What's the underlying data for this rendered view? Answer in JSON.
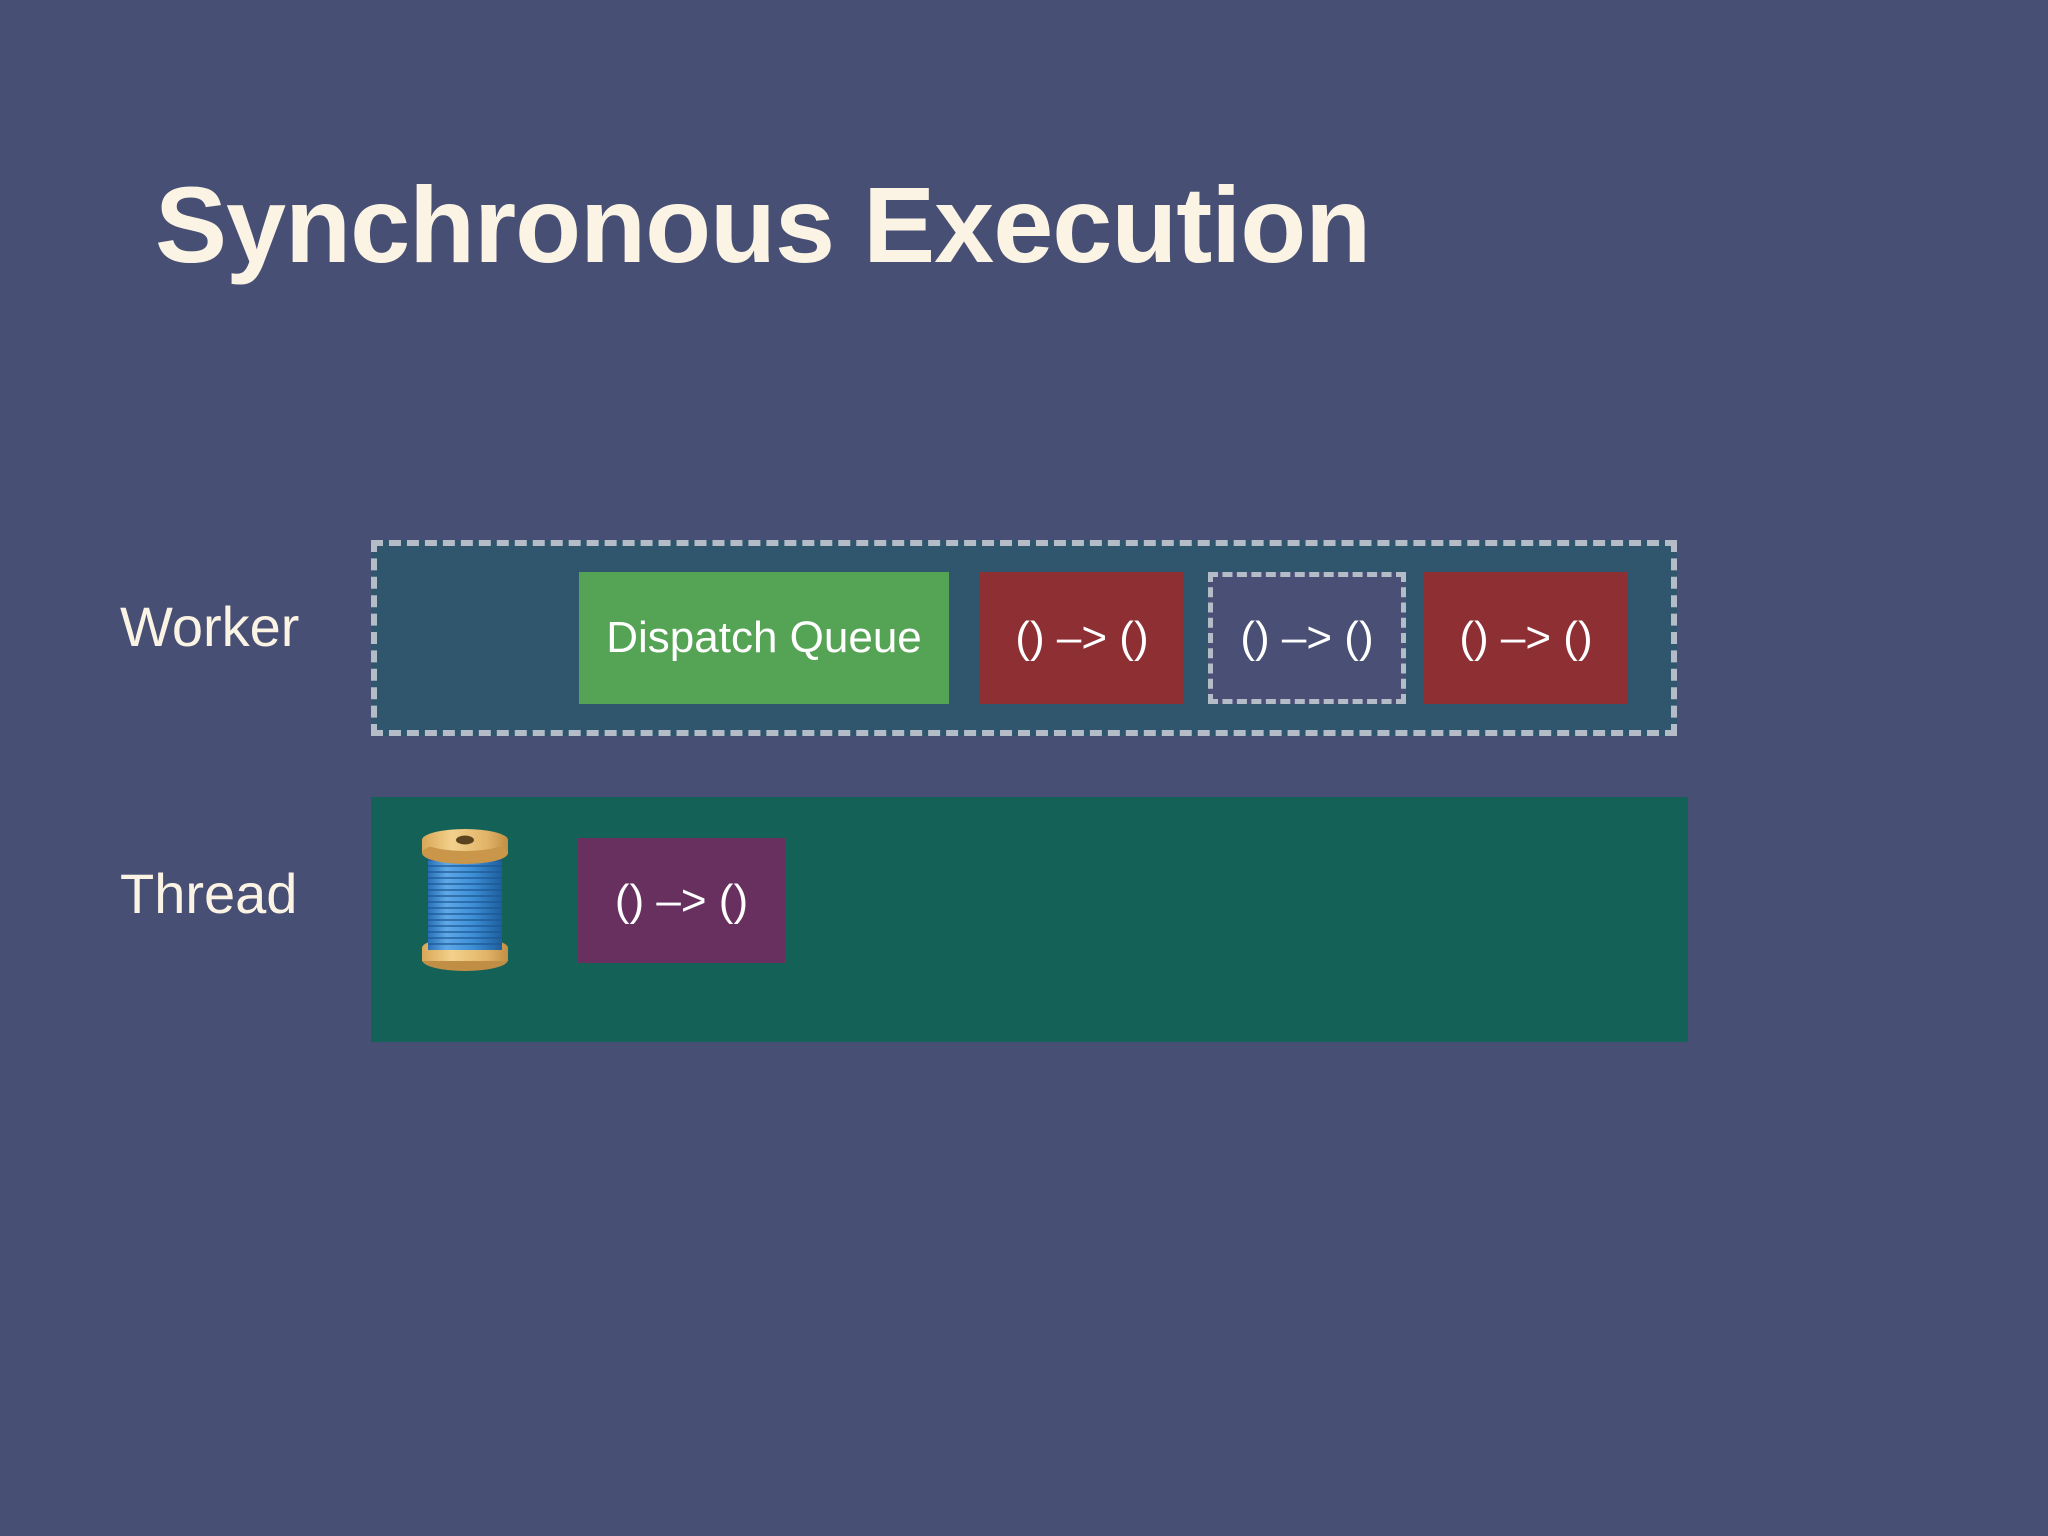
{
  "slide": {
    "title": "Synchronous Execution",
    "background_color": "#484F74",
    "title_color": "#FBF4E4"
  },
  "rows": [
    {
      "label": "Worker",
      "container": {
        "name": "worker-dashed-container",
        "fill_color": "#2F566D",
        "border_color": "#B4BCC8",
        "border_style": "dashed"
      },
      "blocks": [
        {
          "id": "dispatch-queue",
          "label": "Dispatch Queue",
          "color": "#55A455",
          "style": "solid"
        },
        {
          "id": "worker-fn-1",
          "label": "() –> ()",
          "color": "#8E2F34",
          "style": "solid"
        },
        {
          "id": "worker-fn-pending",
          "label": "() –> ()",
          "color": "#4A5075",
          "style": "dashed"
        },
        {
          "id": "worker-fn-2",
          "label": "() –> ()",
          "color": "#8E2F34",
          "style": "solid"
        }
      ]
    },
    {
      "label": "Thread",
      "container": {
        "name": "thread-container",
        "fill_color": "#146157",
        "border_style": "none"
      },
      "icon": "thread-spool-icon",
      "blocks": [
        {
          "id": "thread-fn-1",
          "label": "() –> ()",
          "color": "#67305F",
          "style": "solid"
        }
      ]
    }
  ]
}
